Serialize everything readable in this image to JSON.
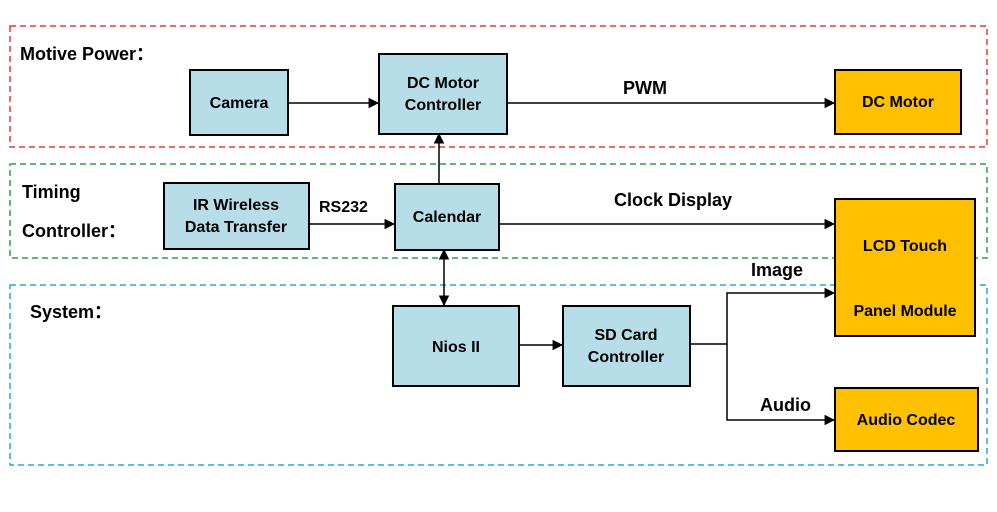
{
  "regions": {
    "motive_power": {
      "label": "Motive Power："
    },
    "timing_controller": {
      "label_line1": "Timing",
      "label_line2": "Controller："
    },
    "system": {
      "label": "System："
    }
  },
  "blocks": {
    "camera": {
      "label": "Camera"
    },
    "dc_motor_controller": {
      "label_line1": "DC Motor",
      "label_line2": "Controller"
    },
    "dc_motor": {
      "label": "DC Motor"
    },
    "ir_wireless": {
      "label_line1": "IR Wireless",
      "label_line2": "Data Transfer"
    },
    "calendar": {
      "label": "Calendar"
    },
    "lcd_touch": {
      "label_line1": "LCD Touch",
      "label_line2": "Panel Module"
    },
    "nios_ii": {
      "label": "Nios II"
    },
    "sd_card_controller": {
      "label_line1": "SD Card",
      "label_line2": "Controller"
    },
    "audio_codec": {
      "label": "Audio Codec"
    }
  },
  "signals": {
    "pwm": "PWM",
    "rs232": "RS232",
    "clock_display": "Clock Display",
    "image": "Image",
    "audio": "Audio"
  },
  "colors": {
    "block_fill": "#b7dde8",
    "output_fill": "#ffc000",
    "motive_border": "#e53935",
    "timing_border": "#2e9e4f",
    "system_border": "#29a3e0"
  }
}
